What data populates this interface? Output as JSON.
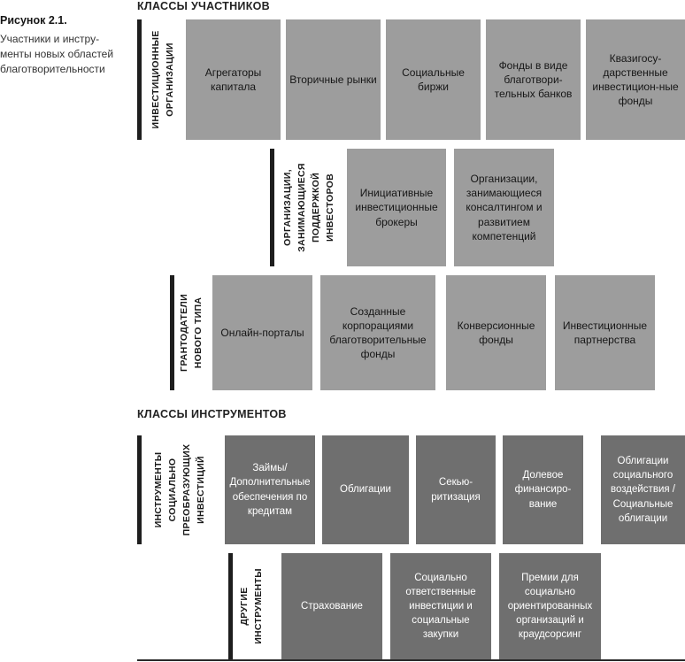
{
  "figure": {
    "label": "Рисунок 2.1.",
    "caption": "Участники и инстру-\nменты новых областей\nблаготворительности"
  },
  "participants": {
    "heading": "КЛАССЫ УЧАСТНИКОВ",
    "rows": [
      {
        "label": "ИНВЕСТИЦИОННЫЕ\nОРГАНИЗАЦИИ",
        "boxes": [
          "Агрегаторы капитала",
          "Вторичные рынки",
          "Социальные биржи",
          "Фонды в виде благотвори-тельных банков",
          "Квазигосу-дарственные инвестицион-ные фонды"
        ]
      },
      {
        "label": "ОРГАНИЗАЦИИ,\nЗАНИМАЮЩИЕСЯ\nПОДДЕРЖКОЙ\nИНВЕСТОРОВ",
        "boxes": [
          "Инициативные инвестиционные брокеры",
          "Организации, занимающиеся консалтингом и развитием компетенций"
        ]
      },
      {
        "label": "ГРАНТОДАТЕЛИ\nНОВОГО ТИПА",
        "boxes": [
          "Онлайн-порталы",
          "Созданные корпорациями благотворительные фонды",
          "Конверсионные фонды",
          "Инвестиционные партнерства"
        ]
      }
    ]
  },
  "instruments": {
    "heading": "КЛАССЫ ИНСТРУМЕНТОВ",
    "rows": [
      {
        "label": "ИНСТРУМЕНТЫ\nСОЦИАЛЬНО\nПРЕОБРАЗУЮЩИХ\nИНВЕСТИЦИЙ",
        "boxes": [
          "Займы/ Дополнительные обеспечения по кредитам",
          "Облигации",
          "Секью-ритизация",
          "Долевое финансиро-вание",
          "Облигации социального воздействия / Социальные облигации"
        ]
      },
      {
        "label": "ДРУГИЕ\nИНСТРУМЕНТЫ",
        "boxes": [
          "Страхование",
          "Социально ответственные инвестиции и социальные закупки",
          "Премии для социально ориентированных организаций и краудсорсинг"
        ]
      }
    ]
  },
  "colors": {
    "participant_box": "#9d9d9d",
    "instrument_box": "#6f6f6f",
    "side_bar": "#1e1e1e"
  }
}
